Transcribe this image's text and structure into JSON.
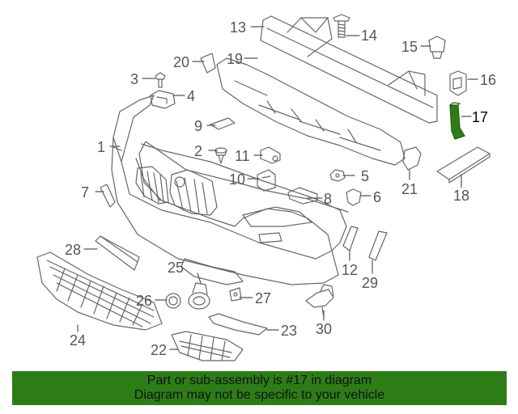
{
  "highlight_color": "#2d7d16",
  "callouts": {
    "c1": "1",
    "c2": "2",
    "c3": "3",
    "c4": "4",
    "c5": "5",
    "c6": "6",
    "c7": "7",
    "c8": "8",
    "c9": "9",
    "c10": "10",
    "c11": "11",
    "c12": "12",
    "c13": "13",
    "c14": "14",
    "c15": "15",
    "c16": "16",
    "c17": "17",
    "c18": "18",
    "c19": "19",
    "c20": "20",
    "c21": "21",
    "c22": "22",
    "c23": "23",
    "c24": "24",
    "c25": "25",
    "c26": "26",
    "c27": "27",
    "c28": "28",
    "c29": "29",
    "c30": "30"
  },
  "banner": {
    "line1": "Part or sub-assembly is #17 in diagram",
    "line2": "Diagram may not be specific to your vehicle"
  }
}
